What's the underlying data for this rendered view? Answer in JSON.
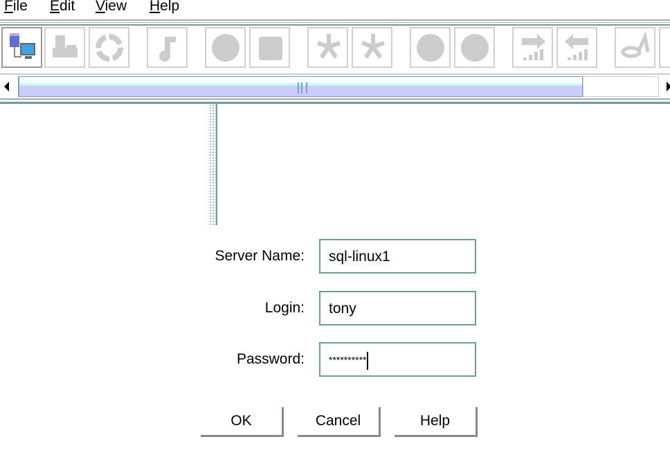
{
  "menubar": {
    "items": [
      {
        "label": "File",
        "mnemonic": "F",
        "rest": "ile"
      },
      {
        "label": "Edit",
        "mnemonic": "E",
        "rest": "dit"
      },
      {
        "label": "View",
        "mnemonic": "V",
        "rest": "iew"
      },
      {
        "label": "Help",
        "mnemonic": "H",
        "rest": "elp"
      }
    ]
  },
  "toolbar": {
    "buttons": [
      {
        "icon": "server-connect-icon",
        "enabled": true
      },
      {
        "icon": "users-icon",
        "enabled": false
      },
      {
        "icon": "refresh-icon",
        "enabled": false
      },
      {
        "icon": "note-icon",
        "enabled": false
      },
      {
        "icon": "circle-icon",
        "enabled": false
      },
      {
        "icon": "scroll-icon",
        "enabled": false
      },
      {
        "icon": "star-burst-icon",
        "enabled": false
      },
      {
        "icon": "star-burst-icon",
        "enabled": false
      },
      {
        "icon": "circle-icon",
        "enabled": false
      },
      {
        "icon": "circle-icon",
        "enabled": false
      },
      {
        "icon": "export-icon",
        "enabled": false
      },
      {
        "icon": "import-icon",
        "enabled": false
      },
      {
        "icon": "link-icon",
        "enabled": false
      },
      {
        "icon": "more-icon",
        "enabled": false
      }
    ]
  },
  "colors": {
    "accent": "#6a9e9e",
    "scroll_fill": "#ccccfa",
    "disabled_icon": "#cccccc"
  },
  "login": {
    "server_label": "Server Name:",
    "server_value": "sql-linux1",
    "login_label": "Login:",
    "login_value": "tony",
    "password_label": "Password:",
    "password_value": "**********"
  },
  "buttons": {
    "ok": "OK",
    "cancel": "Cancel",
    "help": "Help"
  }
}
